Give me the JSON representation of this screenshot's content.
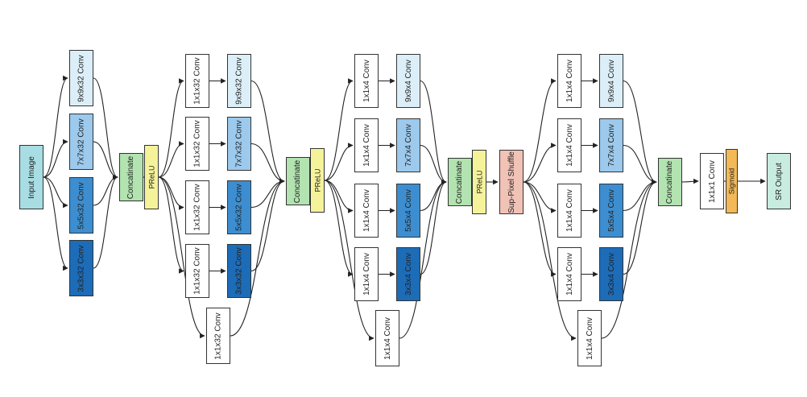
{
  "colors": {
    "input": "#a8dde3",
    "conv9": "#dceff8",
    "conv7": "#9cc9ec",
    "conv5": "#3d8ed0",
    "conv3": "#1d6cb8",
    "white": "#ffffff",
    "concat": "#b2e3b0",
    "prelu": "#f5f39a",
    "shuffle": "#f1c2b6",
    "sigmoid": "#f2b956",
    "output": "#c8ece0",
    "edge": "#222222"
  },
  "labels": {
    "input": "Input Image",
    "c9_32": "9x9x32 Conv",
    "c7_32": "7x7x32 Conv",
    "c5_32": "5x5x32 Conv",
    "c3_32": "3x3x32 Conv",
    "c1_32": "1x1x32 Conv",
    "c9_4": "9x9x4 Conv",
    "c7_4": "7x7x4 Conv",
    "c5_4": "5x5x4 Conv",
    "c3_4": "3x3x4 Conv",
    "c1_4": "1x1x4 Conv",
    "c1_1": "1x1x1 Conv",
    "concat": "Concatinate",
    "prelu": "PReLU",
    "shuffle": "Sup-Pixel Shuffle",
    "sigmoid": "Sigmoid",
    "output": "SR Output"
  }
}
